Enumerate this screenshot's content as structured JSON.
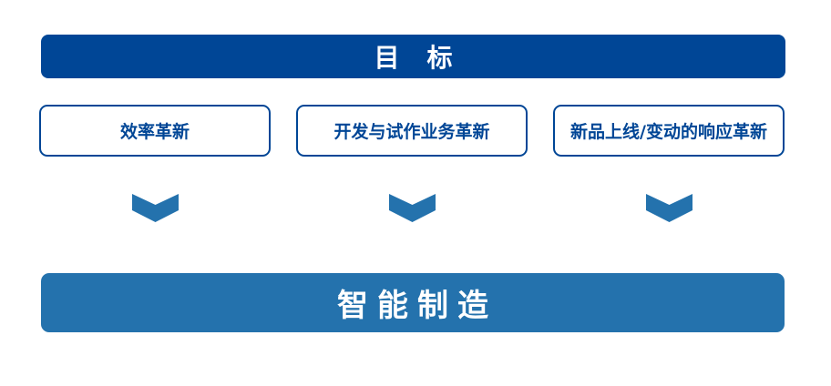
{
  "goal": {
    "label": "目标"
  },
  "innovations": [
    {
      "label": "效率革新"
    },
    {
      "label": "开发与试作业务革新"
    },
    {
      "label": "新品上线/变动的响应革新"
    }
  ],
  "result": {
    "label": "智能制造"
  },
  "colors": {
    "dark_blue": "#004696",
    "mid_blue": "#2472ad",
    "background": "#ffffff"
  }
}
